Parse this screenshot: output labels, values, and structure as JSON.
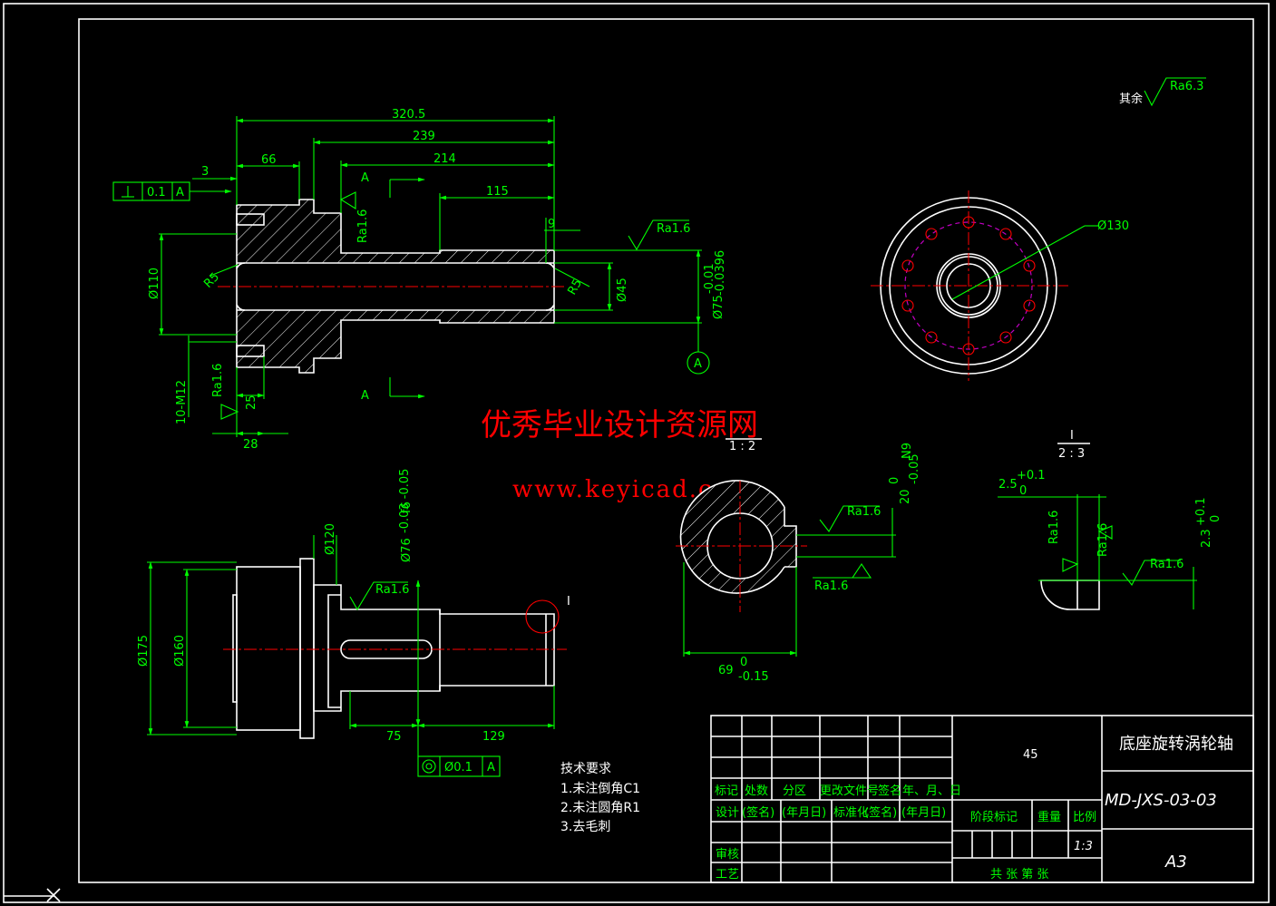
{
  "watermark": {
    "line1": "优秀毕业设计资源网",
    "line2": "www.keyicad.cn"
  },
  "roughness": {
    "other_prefix": "其余",
    "other_value": "Ra6.3",
    "ra16": "Ra1.6"
  },
  "datum": {
    "letter": "A",
    "perp_value": "0.1",
    "coax_value": "Ø0.1"
  },
  "section_view": {
    "dims": {
      "overall": "320.5",
      "d239": "239",
      "d214": "214",
      "d115": "115",
      "d66": "66",
      "d3": "3",
      "d9": "9",
      "d25": "25",
      "d28": "28",
      "dia110": "Ø110",
      "dia45": "Ø45",
      "r5a": "R5",
      "r5b": "R5",
      "thread": "10-M12",
      "dia75": "Ø75",
      "dia75_tol_up": "-0.01",
      "dia75_tol_dn": "-0.0396"
    },
    "section_mark": "A"
  },
  "end_view": {
    "pcd": "Ø130"
  },
  "side_view": {
    "dims": {
      "dia175": "Ø175",
      "dia160": "Ø160",
      "dia120": "Ø120",
      "dia76": "Ø76",
      "dia76_tol": "-0.03 -0.05",
      "fit76": "f6",
      "l75": "75",
      "l129": "129"
    },
    "detail_mark": "I"
  },
  "section_aa": {
    "scale_num": "",
    "scale_den": "1 : 2",
    "keyway_width": "20",
    "keyway_tol_up": "0",
    "keyway_tol_dn": "-0.05",
    "keyway_fit": "N9",
    "depth": "69",
    "depth_tol_up": "0",
    "depth_tol_dn": "-0.15"
  },
  "detail_i": {
    "scale_num": "I",
    "scale_den": "2 : 3",
    "d25": "2.5",
    "d25_up": "+0.1",
    "d25_dn": "0",
    "d23": "2.3",
    "d23_up": "+0.1",
    "d23_dn": "0"
  },
  "tech_req": {
    "title": "技术要求",
    "items": [
      "1.未注倒角C1",
      "2.未注圆角R1",
      "3.去毛刺"
    ]
  },
  "title_block": {
    "material": "45",
    "part_name": "底座旋转涡轮轴",
    "drawing_no": "MD-JXS-03-03",
    "sheet_size": "A3",
    "scale": "1:3",
    "header_row": [
      "标记",
      "处数",
      "分区",
      "更改文件号",
      "签名",
      "年、月、日"
    ],
    "sign_row": [
      "设计",
      "(签名)",
      "(年月日)",
      "标准化",
      "(签名)",
      "(年月日)"
    ],
    "stage_label": "阶段标记",
    "weight_label": "重量",
    "scale_label": "比例",
    "review_label": "审核",
    "process_label": "工艺",
    "sheets_label": "共   张  第   张"
  }
}
